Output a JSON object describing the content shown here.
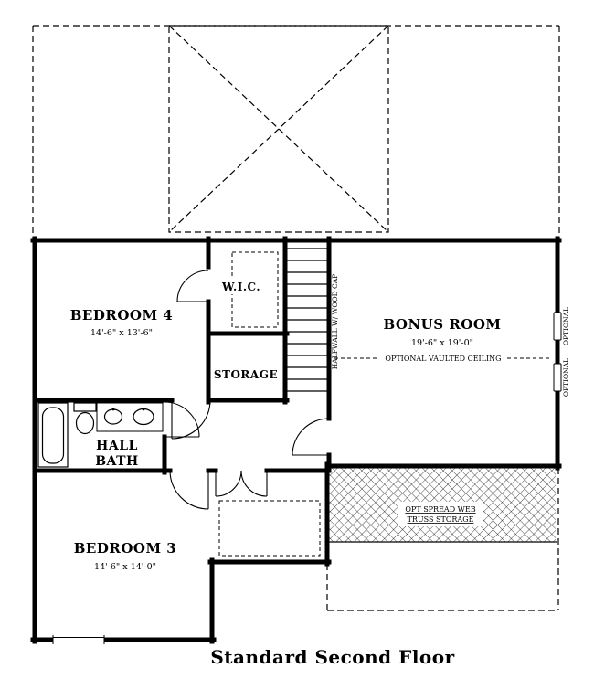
{
  "title": "Standard Second Floor",
  "rooms": {
    "bedroom4": {
      "name": "BEDROOM 4",
      "dims": "14'-6\" x 13'-6\""
    },
    "wic": {
      "name": "W.I.C."
    },
    "storage": {
      "name": "STORAGE"
    },
    "bonus_room": {
      "name": "BONUS ROOM",
      "dims": "19'-6\" x 19'-0\"",
      "ceiling_note": "OPTIONAL VAULTED CEILING"
    },
    "hall_bath": {
      "name_line1": "HALL",
      "name_line2": "BATH"
    },
    "bedroom3": {
      "name": "BEDROOM 3",
      "dims": "14'-6\" x 14'-0\""
    }
  },
  "annotations": {
    "halfwall": "HALFWALL W/ WOOD CAP",
    "optional_upper": "OPTIONAL",
    "optional_lower": "OPTIONAL",
    "truss_line1": "OPT SPREAD WEB",
    "truss_line2": "TRUSS STORAGE"
  },
  "colors": {
    "wall": "#000000",
    "background": "#ffffff"
  }
}
